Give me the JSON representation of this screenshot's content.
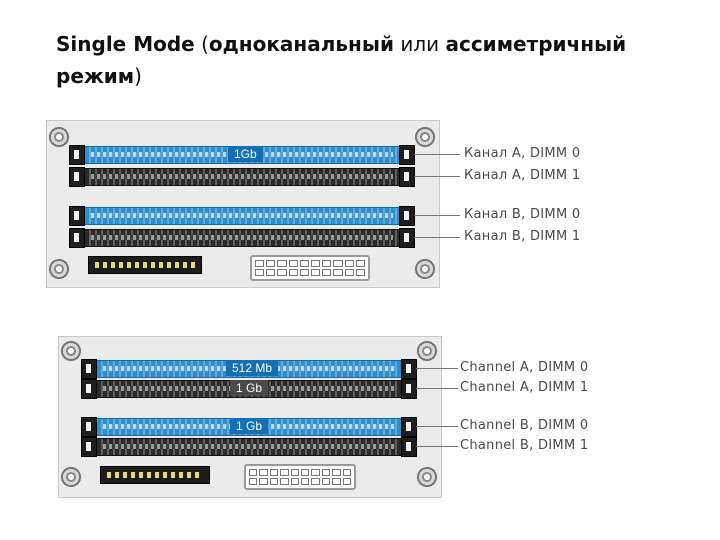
{
  "title": {
    "part1": "Single Mode",
    "part2": " (",
    "part3": "одноканальный",
    "part4": " или ",
    "part5": "ассиметричный режим",
    "part6": ")"
  },
  "diagram_top": {
    "modules": [
      {
        "slot": 0,
        "label": "1Gb"
      }
    ],
    "slot_labels": [
      "Канал A, DIMM 0",
      "Канал A, DIMM 1",
      "Канал B, DIMM 0",
      "Канал B, DIMM 1"
    ],
    "slot_colors": [
      "#2b8fd0",
      "#2a2a2a",
      "#2b8fd0",
      "#2a2a2a"
    ]
  },
  "diagram_bottom": {
    "modules": [
      {
        "slot": 0,
        "label": "512 Mb"
      },
      {
        "slot": 1,
        "label": "1 Gb"
      },
      {
        "slot": 2,
        "label": "1 Gb"
      }
    ],
    "slot_labels": [
      "Channel A, DIMM 0",
      "Channel A, DIMM 1",
      "Channel B, DIMM 0",
      "Channel B, DIMM 1"
    ],
    "slot_colors": [
      "#2b8fd0",
      "#2a2a2a",
      "#2b8fd0",
      "#2a2a2a"
    ]
  }
}
